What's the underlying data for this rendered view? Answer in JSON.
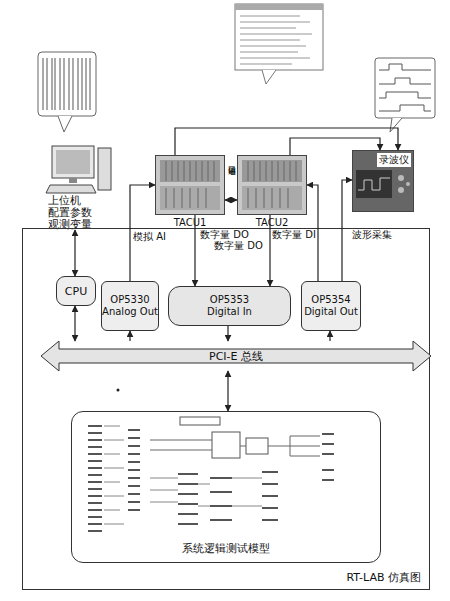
{
  "diagram": {
    "nodes": [
      {
        "text": [
          "上位机 配置参数 观测变量"
        ]
      },
      {
        "text": [
          "TACU1"
        ]
      },
      {
        "text": [
          "TACU2"
        ]
      },
      {
        "text": [
          "录波仪"
        ]
      },
      {
        "text": [
          "RT-LAB 仿真图"
        ]
      },
      {
        "text": [
          "CPU"
        ],
        "in": 4
      },
      {
        "text": [
          "OP5330 Analog Out"
        ],
        "in": 4
      },
      {
        "text": [
          "OP5353 Digital In"
        ],
        "in": 4
      },
      {
        "text": [
          "OP5354 Digital Out"
        ],
        "in": 4
      },
      {
        "text": [
          "PCI-E 总线"
        ],
        "in": 4
      },
      {
        "text": [
          "系统逻辑测试模型"
        ],
        "in": 4
      }
    ],
    "edges": [
      {
        "from": 0,
        "to": 5,
        "arrow": "both"
      },
      {
        "from": 5,
        "to": 9,
        "arrow": "both"
      },
      {
        "from": 9,
        "to": 6,
        "arrow": "to"
      },
      {
        "from": 6,
        "to": 1,
        "arrow": "to",
        "label": "模拟 AI"
      },
      {
        "from": 1,
        "to": 2,
        "arrow": "both",
        "label": "串口通信"
      },
      {
        "from": 1,
        "to": 7,
        "arrow": "to",
        "label": "数字量 DO"
      },
      {
        "from": 2,
        "to": 7,
        "arrow": "to",
        "label": "数字量 DO"
      },
      {
        "from": 7,
        "to": 9,
        "arrow": "to"
      },
      {
        "from": 9,
        "to": 8,
        "arrow": "to"
      },
      {
        "from": 8,
        "to": 2,
        "arrow": "to",
        "label": "数字量 DI"
      },
      {
        "from": 8,
        "to": 3,
        "arrow": "to",
        "label": "波形采集"
      },
      {
        "from": 1,
        "to": 3,
        "arrow": "to"
      },
      {
        "from": 2,
        "to": 3,
        "arrow": "to"
      },
      {
        "from": 9,
        "to": 10,
        "arrow": "both"
      }
    ]
  }
}
